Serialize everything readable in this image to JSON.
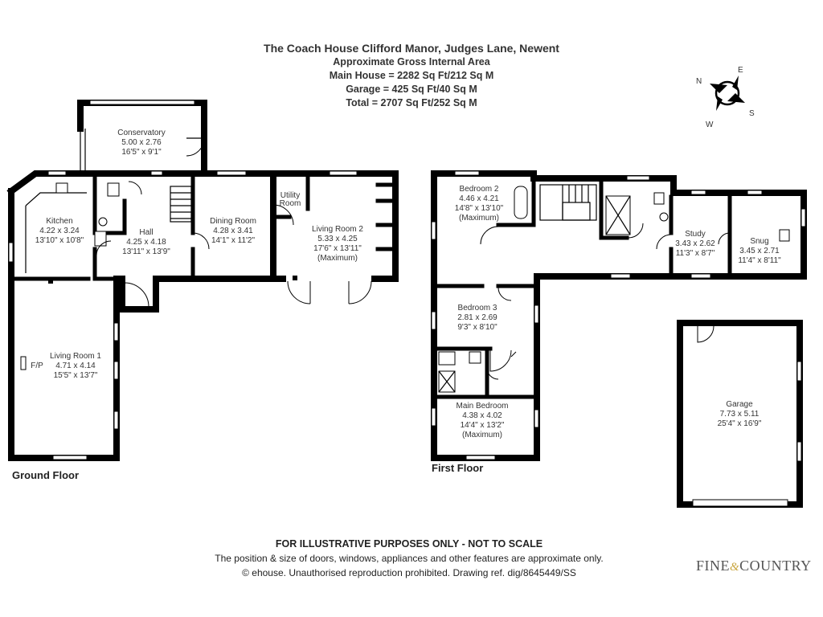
{
  "header": {
    "title": "The Coach House Clifford Manor, Judges Lane, Newent",
    "line1": "Approximate Gross Internal Area",
    "line2": "Main House = 2282 Sq Ft/212 Sq M",
    "line3": "Garage = 425 Sq Ft/40 Sq M",
    "line4": "Total = 2707 Sq Ft/252 Sq M"
  },
  "compass": {
    "n": "N",
    "e": "E",
    "s": "S",
    "w": "W"
  },
  "floors": {
    "ground": "Ground Floor",
    "first": "First Floor"
  },
  "rooms": {
    "conservatory": [
      "Conservatory",
      "5.00 x 2.76",
      "16'5\" x 9'1\""
    ],
    "kitchen": [
      "Kitchen",
      "4.22 x 3.24",
      "13'10\" x 10'8\""
    ],
    "hall": [
      "Hall",
      "4.25 x 4.18",
      "13'11\" x 13'9\""
    ],
    "dining": [
      "Dining Room",
      "4.28 x 3.41",
      "14'1\" x 11'2\""
    ],
    "utility": [
      "Utility",
      "Room"
    ],
    "living2": [
      "Living Room 2",
      "5.33 x 4.25",
      "17'6\" x 13'11\"",
      "(Maximum)"
    ],
    "living1": [
      "Living Room 1",
      "4.71 x 4.14",
      "15'5\" x 13'7\""
    ],
    "fp": "F/P",
    "bedroom2": [
      "Bedroom 2",
      "4.46 x 4.21",
      "14'8\" x 13'10\"",
      "(Maximum)"
    ],
    "study": [
      "Study",
      "3.43 x 2.62",
      "11'3\" x 8'7\""
    ],
    "snug": [
      "Snug",
      "3.45 x 2.71",
      "11'4\" x 8'11\""
    ],
    "bedroom3": [
      "Bedroom 3",
      "2.81 x 2.69",
      "9'3\" x 8'10\""
    ],
    "mainbed": [
      "Main Bedroom",
      "4.38 x 4.02",
      "14'4\" x 13'2\"",
      "(Maximum)"
    ],
    "garage": [
      "Garage",
      "7.73 x 5.11",
      "25'4\" x 16'9\""
    ]
  },
  "footer": {
    "disclaimer": "FOR ILLUSTRATIVE PURPOSES ONLY - NOT TO SCALE",
    "note": "The position & size of doors, windows, appliances and other features are approximate only.",
    "copyright": "© ehouse. Unauthorised reproduction prohibited. Drawing ref. dig/8645449/SS"
  },
  "brand": {
    "left": "FINE",
    "amp": "&",
    "right": "COUNTRY"
  }
}
